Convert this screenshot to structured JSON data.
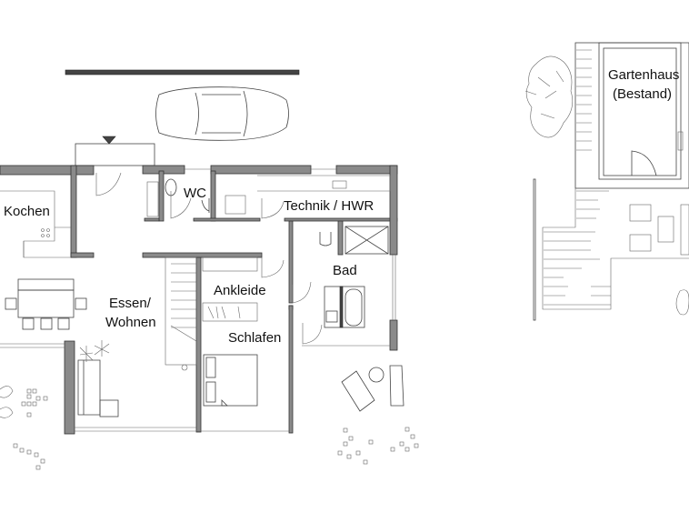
{
  "plan": {
    "rooms": {
      "kochen": "Kochen",
      "wc": "WC",
      "technik": "Technik / HWR",
      "essen_line1": "Essen/",
      "essen_line2": "Wohnen",
      "ankleide": "Ankleide",
      "schlafen": "Schlafen",
      "bad": "Bad",
      "gartenhaus_line1": "Gartenhaus",
      "gartenhaus_line2": "(Bestand)"
    },
    "colors": {
      "wall": "#8a8a8a",
      "line": "#444444"
    }
  }
}
